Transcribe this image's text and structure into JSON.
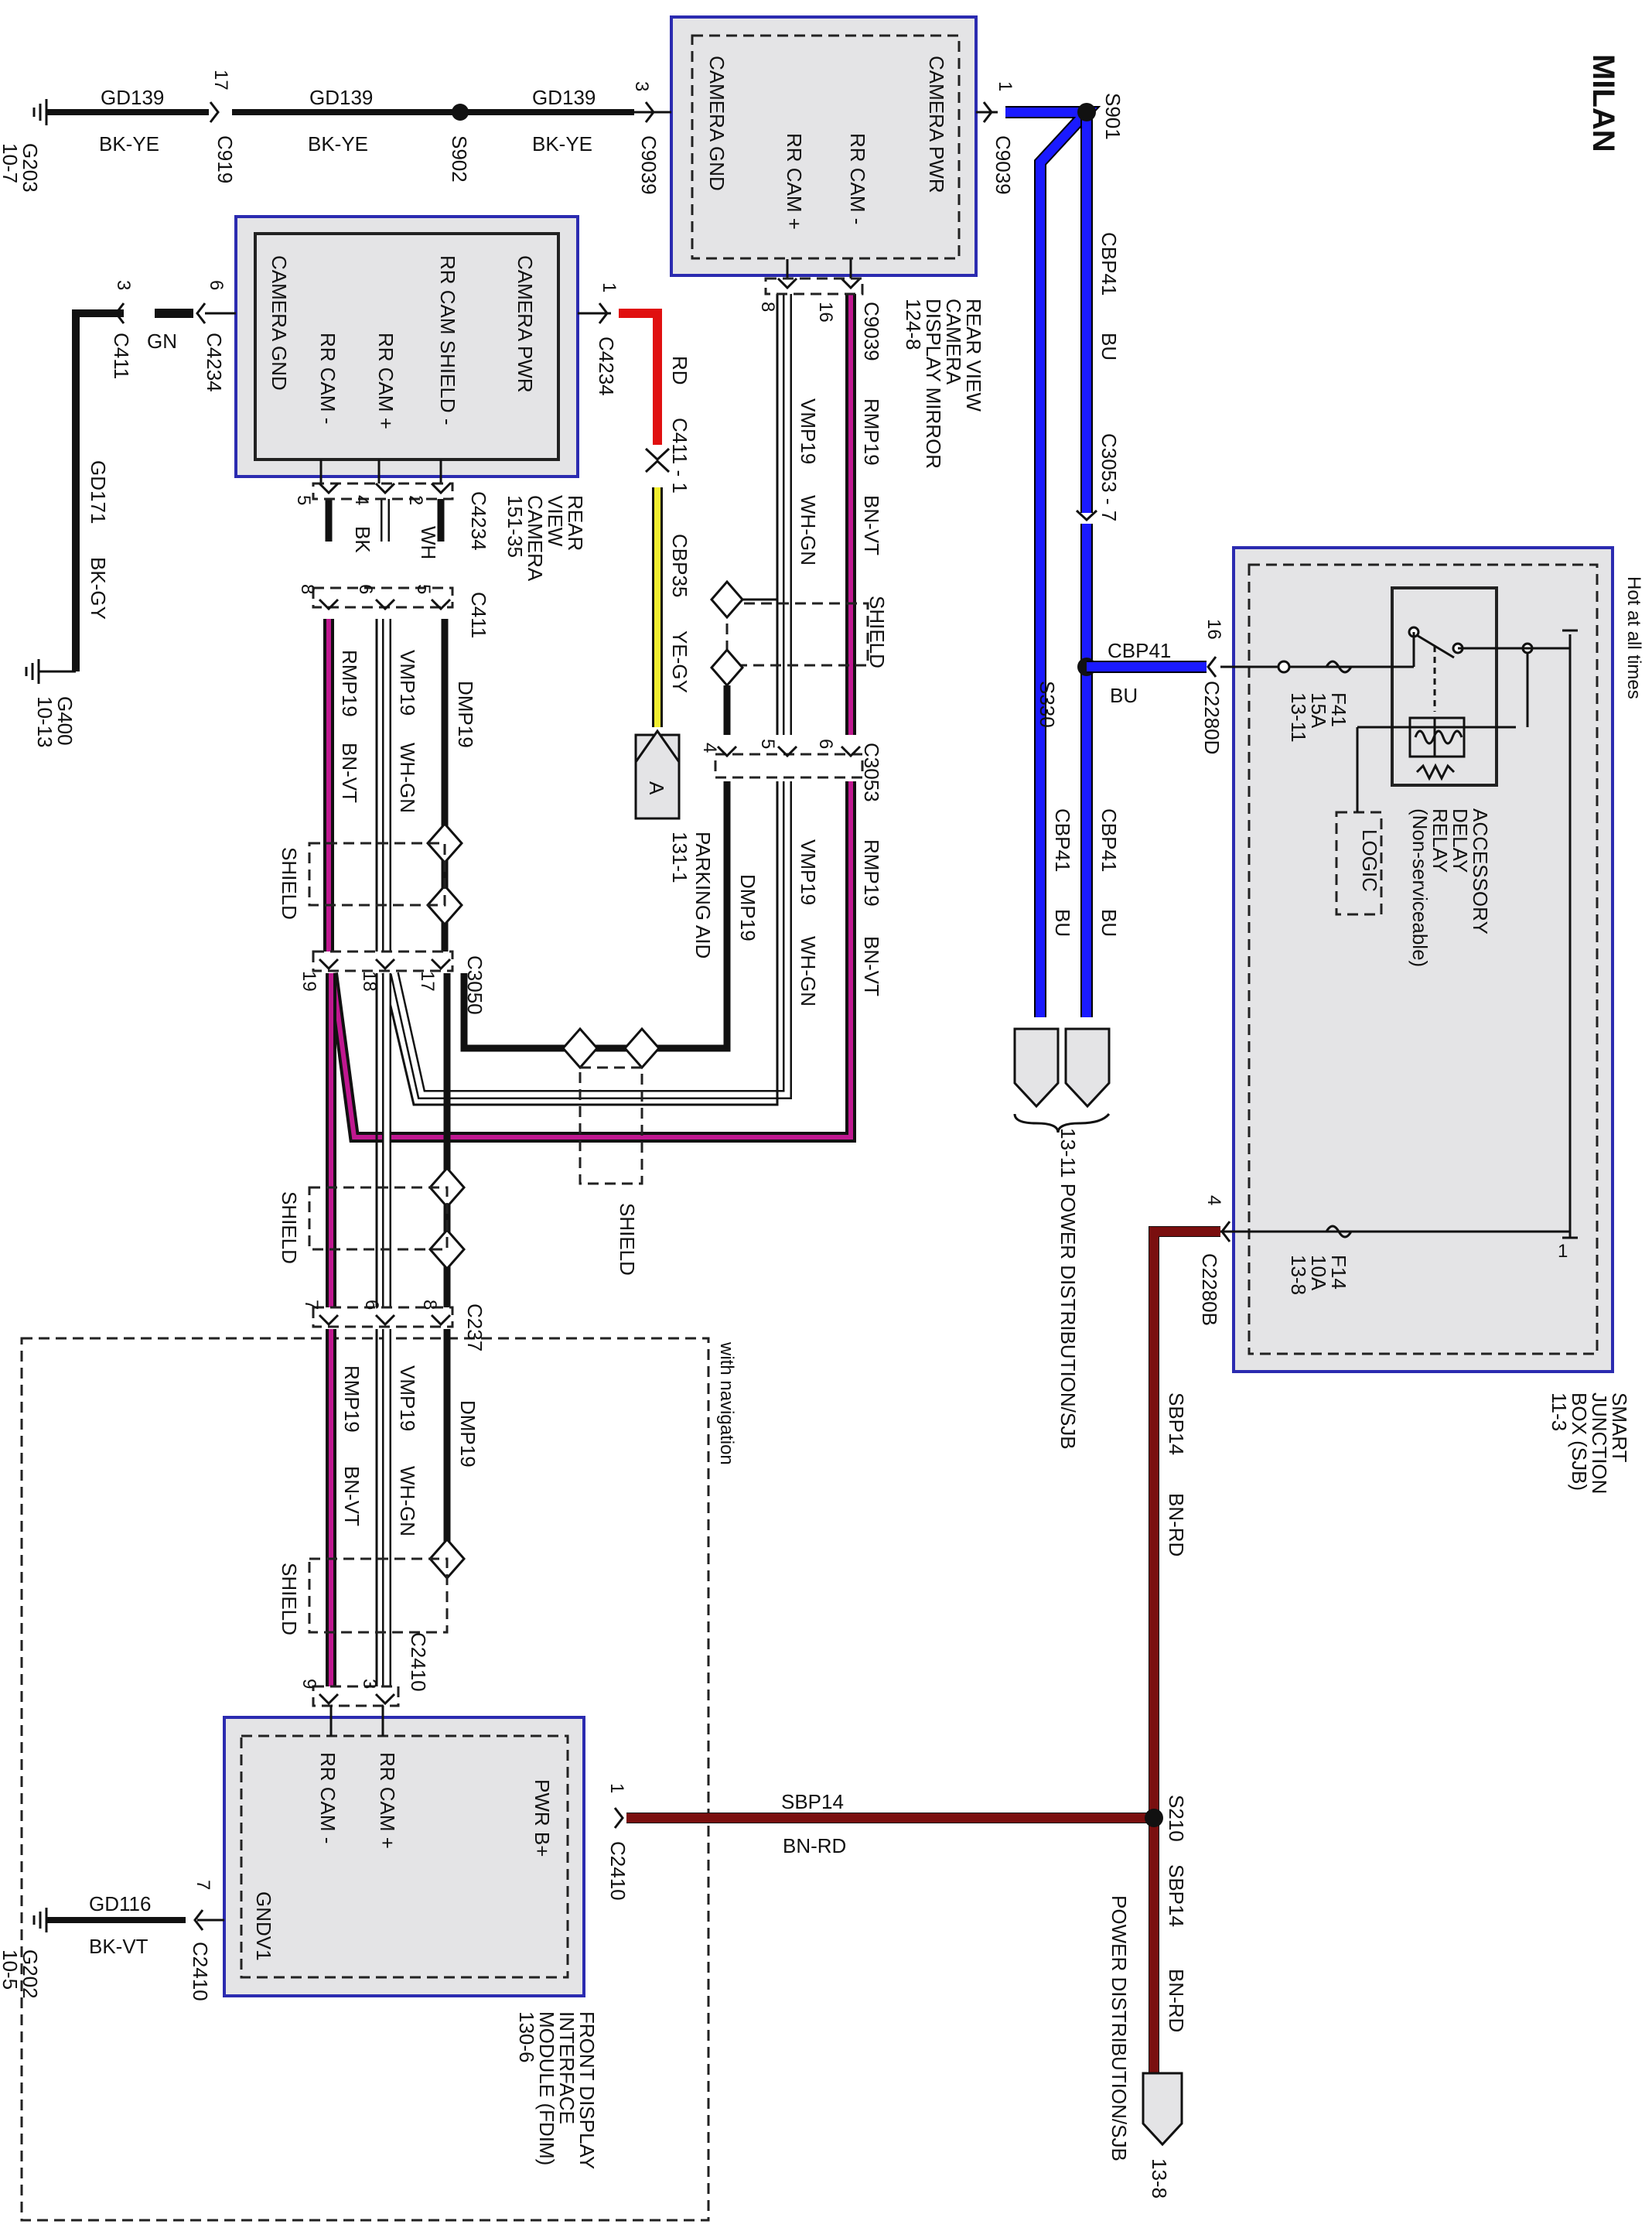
{
  "title": "MILAN",
  "notes": {
    "hot_at_all_times": "Hot at all times",
    "with_navigation": "with navigation",
    "logic": "LOGIC"
  },
  "modules": {
    "mirror": {
      "pins": [
        "CAMERA PWR",
        "RR CAM -",
        "RR CAM +",
        "CAMERA GND"
      ],
      "name_lines": [
        "REAR VIEW",
        "CAMERA",
        "DISPLAY MIRROR",
        "124-8"
      ]
    },
    "camera": {
      "pins": [
        "CAMERA PWR",
        "RR CAM SHIELD -",
        "RR CAM +",
        "RR CAM -",
        "CAMERA GND"
      ],
      "name_lines": [
        "REAR",
        "VIEW",
        "CAMERA",
        "151-35"
      ]
    },
    "sjb": {
      "name_lines": [
        "SMART",
        "JUNCTION",
        "BOX (SJB)",
        "11-3"
      ],
      "relay_lines": [
        "ACCESSORY",
        "DELAY",
        "RELAY",
        "(Non-serviceable)"
      ],
      "fuse_f41": [
        "F41",
        "15A",
        "13-11"
      ],
      "fuse_f14": [
        "F14",
        "10A",
        "13-8"
      ]
    },
    "fdim": {
      "pins": [
        "PWR B+",
        "RR CAM +",
        "RR CAM -",
        "GNDV1"
      ],
      "name_lines": [
        "FRONT DISPLAY",
        "INTERFACE",
        "MODULE (FDIM)",
        "130-6"
      ]
    }
  },
  "connectors": {
    "c9039": "C9039",
    "c919": "C919",
    "s902": "S902",
    "g203": [
      "G203",
      "10-7"
    ],
    "s901": "S901",
    "c4234": "C4234",
    "c411": "C411",
    "g400": [
      "G400",
      "10-13"
    ],
    "c411_1": "C411 - 1",
    "c3053": "C3053",
    "c3053_7": "C3053 - 7",
    "s330": "S330",
    "c2280d": "C2280D",
    "c2280b": "C2280B",
    "c3050": "C3050",
    "c237": "C237",
    "c2410": "C2410",
    "s210": "S210",
    "g202": [
      "G202",
      "10-5"
    ]
  },
  "pins": {
    "p1": "1",
    "p2": "2",
    "p3": "3",
    "p4": "4",
    "p5": "5",
    "p6": "6",
    "p7": "7",
    "p8": "8",
    "p9": "9",
    "p16": "16",
    "p17": "17",
    "p18": "18",
    "p19": "19"
  },
  "circuits": {
    "gd139": "GD139",
    "bkye": "BK-YE",
    "cbp41": "CBP41",
    "bu": "BU",
    "rd": "RD",
    "gn": "GN",
    "gd171": "GD171",
    "bkgy": "BK-GY",
    "rmp19": "RMP19",
    "bnvt": "BN-VT",
    "vmp19": "VMP19",
    "whgn": "WH-GN",
    "dmp19": "DMP19",
    "bk": "BK",
    "wh": "WH",
    "cbp35": "CBP35",
    "yegy": "YE-GY",
    "sbp14": "SBP14",
    "bnrd": "BN-RD",
    "gd116": "GD116",
    "bkvt": "BK-VT",
    "shield": "SHIELD"
  },
  "references": {
    "parking_aid": [
      "131-1",
      "PARKING AID"
    ],
    "parking_aid_letter": "A",
    "power_dist_1": "13-11  POWER DISTRIBUTION/SJB",
    "power_dist_2": "POWER DISTRIBUTION/SJB",
    "power_dist_2_num": "13-8"
  },
  "colors": {
    "module_border": "#2b2bb0",
    "module_fill": "#e4e4e6",
    "blue_wire": "#1a1aff",
    "red_wire": "#e01010",
    "brown_red_wire": "#7a0f0f",
    "brown_violet_wire": "#c01890",
    "yellow_wire": "#f2ee30"
  }
}
